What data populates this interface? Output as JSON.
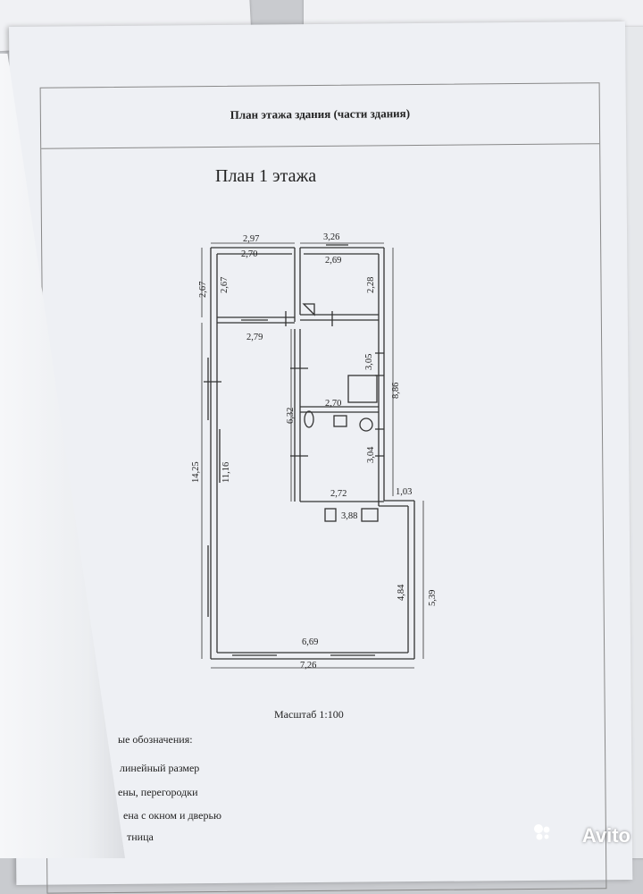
{
  "header": {
    "title": "План этажа здания (части здания)"
  },
  "plan": {
    "title": "План 1 этажа",
    "dimensions": [
      "2,97",
      "3,26",
      "2,70",
      "2,69",
      "2,67",
      "2,67",
      "2,28",
      "2,79",
      "3,05",
      "8,86",
      "2,70",
      "6,32",
      "3,04",
      "14,25",
      "11,16",
      "2,72",
      "1,03",
      "3,88",
      "4,84",
      "5,39",
      "6,69",
      "7,26"
    ]
  },
  "scale": "Масштаб 1:100",
  "legend": {
    "heading": "ые обозначения:",
    "items": [
      "линейный размер",
      "ены, перегородки",
      "ена с окном и дверью",
      "тница"
    ]
  },
  "watermark": "Avito"
}
